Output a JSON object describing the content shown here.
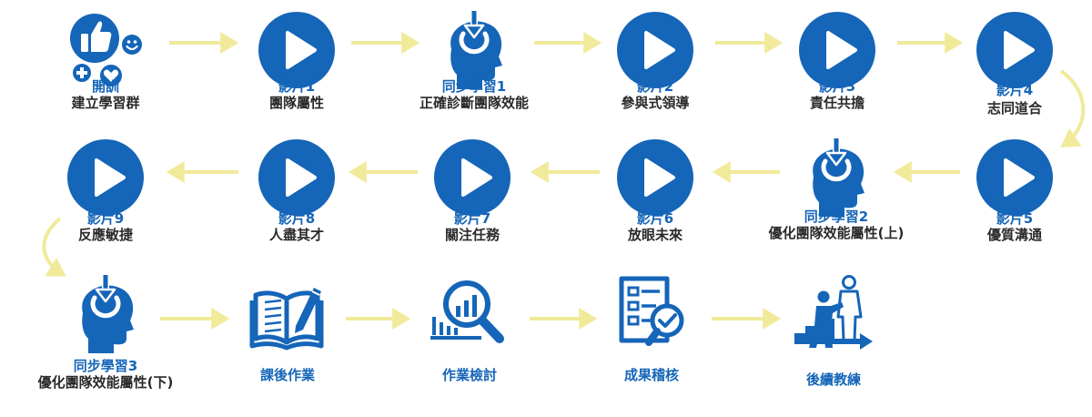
{
  "colors": {
    "blue": "#1565b8",
    "arrow": "#f1ea9a",
    "text": "#2a2a2a"
  },
  "steps": [
    {
      "icon": "social-icons",
      "title": "開訓",
      "subtitle": "建立學習群"
    },
    {
      "icon": "play-icon",
      "title": "影片1",
      "subtitle": "團隊屬性"
    },
    {
      "icon": "head-download-icon",
      "title": "同步學習1",
      "subtitle": "正確診斷團隊效能"
    },
    {
      "icon": "play-icon",
      "title": "影片2",
      "subtitle": "參與式領導"
    },
    {
      "icon": "play-icon",
      "title": "影片3",
      "subtitle": "責任共擔"
    },
    {
      "icon": "play-icon",
      "title": "影片4",
      "subtitle": "志同道合"
    },
    {
      "icon": "play-icon",
      "title": "影片5",
      "subtitle": "優質溝通"
    },
    {
      "icon": "head-download-icon",
      "title": "同步學習2",
      "subtitle": "優化團隊效能屬性(上)"
    },
    {
      "icon": "play-icon",
      "title": "影片6",
      "subtitle": "放眼未來"
    },
    {
      "icon": "play-icon",
      "title": "影片7",
      "subtitle": "關注任務"
    },
    {
      "icon": "play-icon",
      "title": "影片8",
      "subtitle": "人盡其才"
    },
    {
      "icon": "play-icon",
      "title": "影片9",
      "subtitle": "反應敏捷"
    },
    {
      "icon": "head-download-icon",
      "title": "同步學習3",
      "subtitle": "優化團隊效能屬性(下)"
    },
    {
      "icon": "book-pen-icon",
      "title": "",
      "subtitle": "課後作業"
    },
    {
      "icon": "magnifier-chart-icon",
      "title": "",
      "subtitle": "作業檢討"
    },
    {
      "icon": "checklist-icon",
      "title": "",
      "subtitle": "成果稽核"
    },
    {
      "icon": "coaching-people-icon",
      "title": "",
      "subtitle": "後續教練"
    }
  ]
}
